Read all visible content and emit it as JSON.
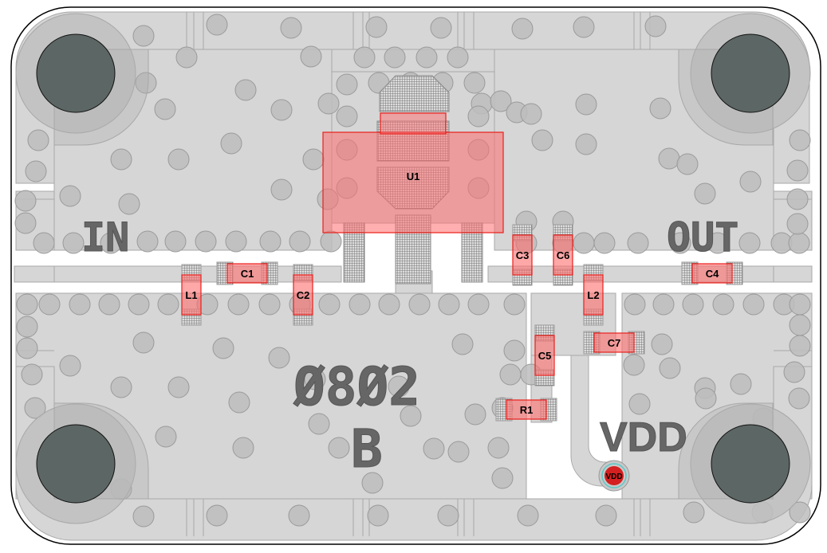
{
  "board": {
    "title": "0802 B",
    "silkscreen": {
      "input_label": "IN",
      "output_label": "OUT",
      "supply_label": "VDD",
      "part_number": "Ø8Ø2",
      "revision": "B"
    },
    "colors": {
      "background": "#ffffff",
      "outline": "#000000",
      "ground_plane": "#d6d6d6",
      "copper_edge": "#a8a8a8",
      "via_fill": "#bdbdbd",
      "via_stroke": "#9a9a9a",
      "mount_hole": "#5c6664",
      "mount_ring": "#c0c0c0",
      "component_fill": "#ff8f8f",
      "component_stroke": "#e8201c",
      "pad_hatch": "#8a8a8a",
      "silk_text": "#666666",
      "vdd_pad": "#d42020",
      "vdd_ring": "#5bc8c8"
    }
  },
  "components": [
    {
      "ref": "U1",
      "type": "transistor"
    },
    {
      "ref": "C1",
      "type": "capacitor"
    },
    {
      "ref": "C2",
      "type": "capacitor"
    },
    {
      "ref": "C3",
      "type": "capacitor"
    },
    {
      "ref": "C4",
      "type": "capacitor"
    },
    {
      "ref": "C5",
      "type": "capacitor"
    },
    {
      "ref": "C6",
      "type": "capacitor"
    },
    {
      "ref": "C7",
      "type": "capacitor"
    },
    {
      "ref": "L1",
      "type": "inductor"
    },
    {
      "ref": "L2",
      "type": "inductor"
    },
    {
      "ref": "R1",
      "type": "resistor"
    },
    {
      "ref": "VDD",
      "type": "supply-pad"
    }
  ],
  "mounting_holes": [
    {
      "name": "top-left"
    },
    {
      "name": "top-right"
    },
    {
      "name": "bottom-left"
    },
    {
      "name": "bottom-right"
    }
  ]
}
